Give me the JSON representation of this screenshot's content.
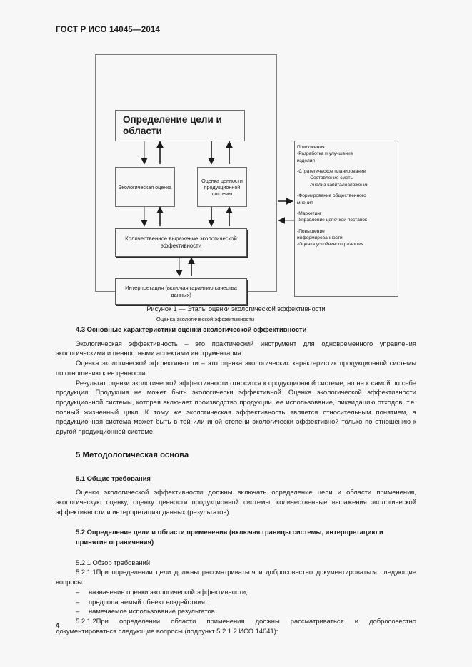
{
  "document": {
    "standard_header": "ГОСТ Р ИСО 14045—2014",
    "page_number": "4"
  },
  "figure": {
    "caption": "Рисунок 1 — Этапы оценки экологической эффективности",
    "inner_label": "Оценка экологической эффективности",
    "boxes": {
      "goal": "Определение цели и области",
      "eco_assessment": "Экологическая оценка",
      "value_assessment": "Оценка ценности продукционной системы",
      "quantitative": "Количественное выражение экологической эффективности",
      "interpretation": "Интерпретация (включая гарантию качества данных)"
    },
    "appendix_box": {
      "title": "Приложения:",
      "lines": [
        "-Разработка и улучшение изделия",
        "-Стратегическое планирование",
        "-Составление сметы",
        "-Анализ капиталовложений",
        "-Формирование общественного мнения",
        "-Маркетинг",
        "-Управление цепочкой поставок",
        "-Повышение информированности",
        "-Оценка устойчивого развития"
      ],
      "l1": "Приложения:",
      "l2": "-Разработка и улучшение",
      "l3": "изделия",
      "l4": "-Стратегическое планирование",
      "l5": "-Составление сметы",
      "l6": "-Анализ капиталовложений",
      "l7": "-Формирование общественного",
      "l8": "мнения",
      "l9": "-Маркетинг",
      "l10": "-Управление цепочкой поставок",
      "l11": "-Повышение",
      "l12": "информированности",
      "l13": "-Оценка устойчивого развития"
    }
  },
  "content": {
    "h43": "4.3 Основные характеристики оценки экологической эффективности",
    "p1": "Экологическая эффективность – это практический инструмент для одновременного управления экологическими и ценностными аспектами инструментария.",
    "p2": "Оценка экологической эффективности – это оценка экологических характеристик продукционной системы по отношению к ее ценности.",
    "p3": "Результат оценки экологической эффективности относится к продукционной системе, но не к самой по себе продукции. Продукция не может быть экологически эффективной. Оценка экологической эффективности продукционной системы, которая включает производство продукции, ее использование, ликвидацию отходов, т.е. полный жизненный цикл. К тому же экологическая эффективность является относительным понятием, а продукционная система может быть в той или иной степени экологически эффективной только по отношению к другой продукционной системе.",
    "h5": "5 Методологическая основа",
    "h51": "5.1 Общие требования",
    "p4": "Оценки экологической эффективности должны включать определение цели и области применения, экологическую оценку, оценку ценности продукционной системы, количественные выражения экологической эффективности и интерпретацию данных (результатов).",
    "h52": "5.2 Определение цели и области применения (включая границы системы, интерпретацию и принятие ограничения)",
    "h521": "5.2.1   Обзор требований",
    "p5": "5.2.1.1При определении цели должны рассматриваться и добросовестно документироваться следующие вопросы:",
    "bullet_dash": "–",
    "b1": "назначение оценки экологической эффективности;",
    "b2": "предполагаемый объект воздействия;",
    "b3": "намечаемое использование результатов.",
    "p6": "5.2.1.2При определении области применения должны рассматриваться и добросовестно документироваться следующие вопросы (подпункт 5.2.1.2 ИСО 14041):"
  },
  "colors": {
    "page_background": "#f7f7f7",
    "text": "#1a1a1a",
    "box_border": "#6f6f6f",
    "outer_border": "#7d7d7d",
    "arrow_dark": "#1a1a1a",
    "arrow_gray": "#6f6f6f"
  }
}
